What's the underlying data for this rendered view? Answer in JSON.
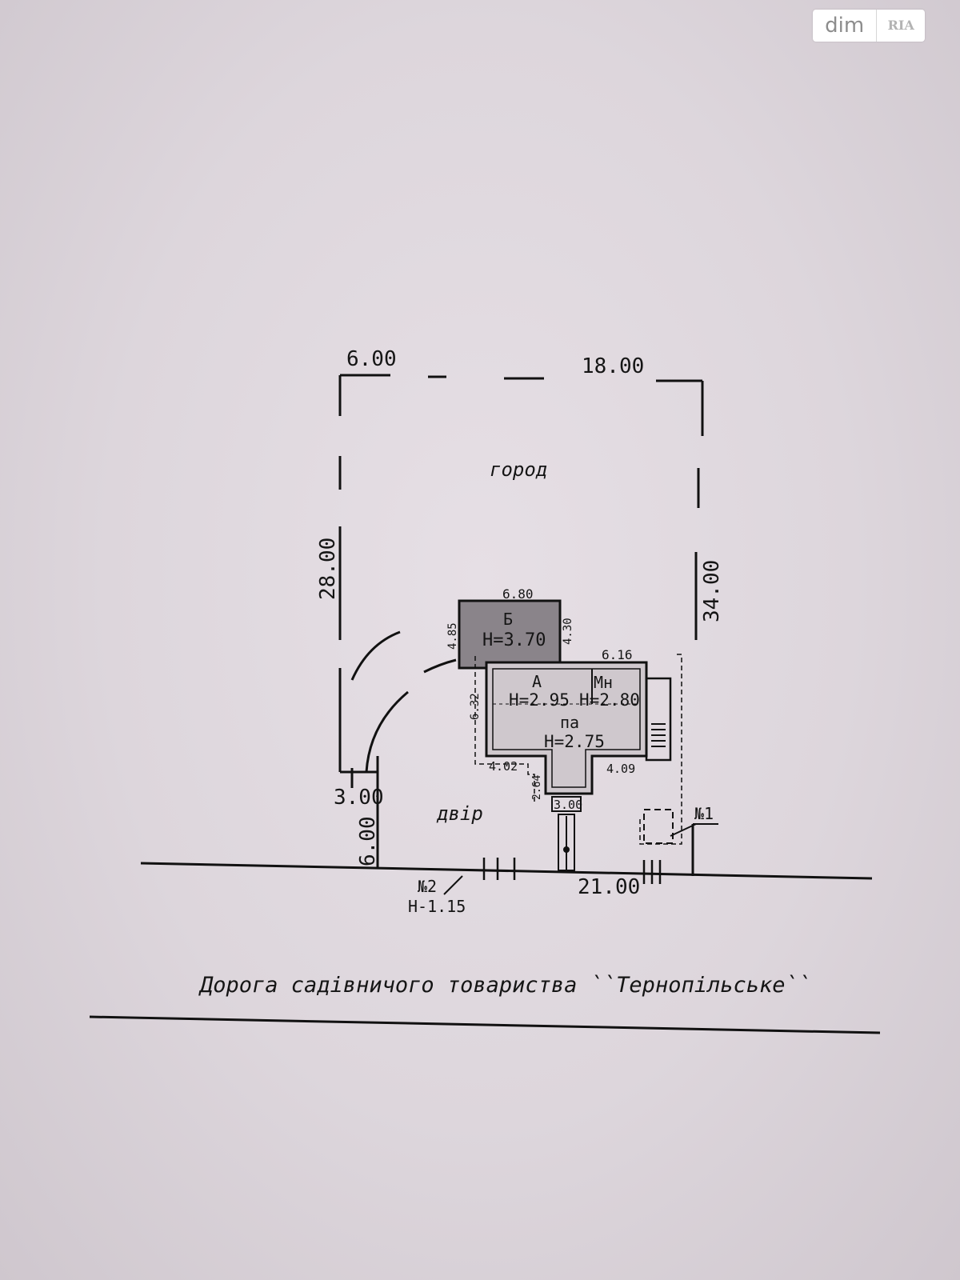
{
  "watermark": {
    "brand": "dim",
    "logo": "RIA"
  },
  "plot": {
    "top_dim_left": "6.00",
    "top_dim_right": "18.00",
    "left_dim": "28.00",
    "right_dim": "34.00",
    "bottom_left_dim_a": "3.00",
    "bottom_left_dim_b": "6.00",
    "front_dim": "21.00",
    "garden_label": "город",
    "yard_label": "двір"
  },
  "building_b": {
    "letter": "Б",
    "height": "H=3.70",
    "width_dim": "6.80",
    "left_dim": "4.85",
    "right_dim": "4.30"
  },
  "house": {
    "letter_a": "А",
    "height_a": "H=2.95",
    "letter_mn": "Мн",
    "height_mn": "H=2.80",
    "letter_pa": "па",
    "height_pa": "H=2.75",
    "top_dim": "6.16",
    "left_dim": "6.32",
    "bottom_left_dim": "4.02",
    "bottom_right_dim": "4.09",
    "porch_dim": "2.64",
    "porch_width_dim": "3.00"
  },
  "markers": {
    "n1": "№1",
    "n2": "№2",
    "n2_height": "H-1.15"
  },
  "road_caption": "Дорога садівничого товариства ``Тернопільське``"
}
